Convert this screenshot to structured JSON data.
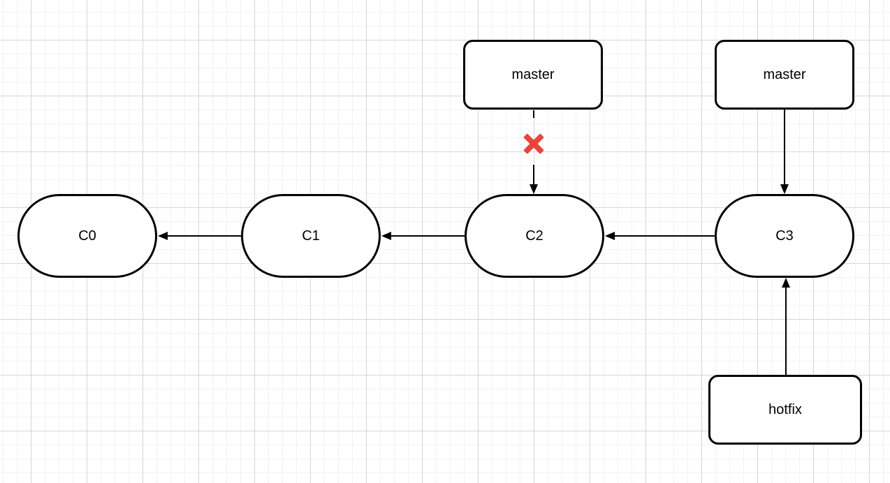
{
  "theme": {
    "canvas-bg": "#ffffff",
    "grid-minor": "#f2f2f2",
    "grid-major": "#d6d6d6",
    "stroke": "#000000",
    "shape-fill": "#ffffff",
    "danger": "#e8453c",
    "text": "#000000"
  },
  "diagram": {
    "type": "git-commit-graph",
    "commits": [
      {
        "id": "C0",
        "label": "C0"
      },
      {
        "id": "C1",
        "label": "C1"
      },
      {
        "id": "C2",
        "label": "C2"
      },
      {
        "id": "C3",
        "label": "C3"
      }
    ],
    "branches": [
      {
        "id": "master-old",
        "label": "master",
        "points_to": "C2",
        "link_broken": true
      },
      {
        "id": "master",
        "label": "master",
        "points_to": "C3",
        "link_broken": false
      },
      {
        "id": "hotfix",
        "label": "hotfix",
        "points_to": "C3",
        "link_broken": false
      }
    ],
    "edges": [
      {
        "from": "C1",
        "to": "C0"
      },
      {
        "from": "C2",
        "to": "C1"
      },
      {
        "from": "C3",
        "to": "C2"
      }
    ],
    "broken_link_marker": "x-mark",
    "broken_link_color": "#e8453c"
  }
}
